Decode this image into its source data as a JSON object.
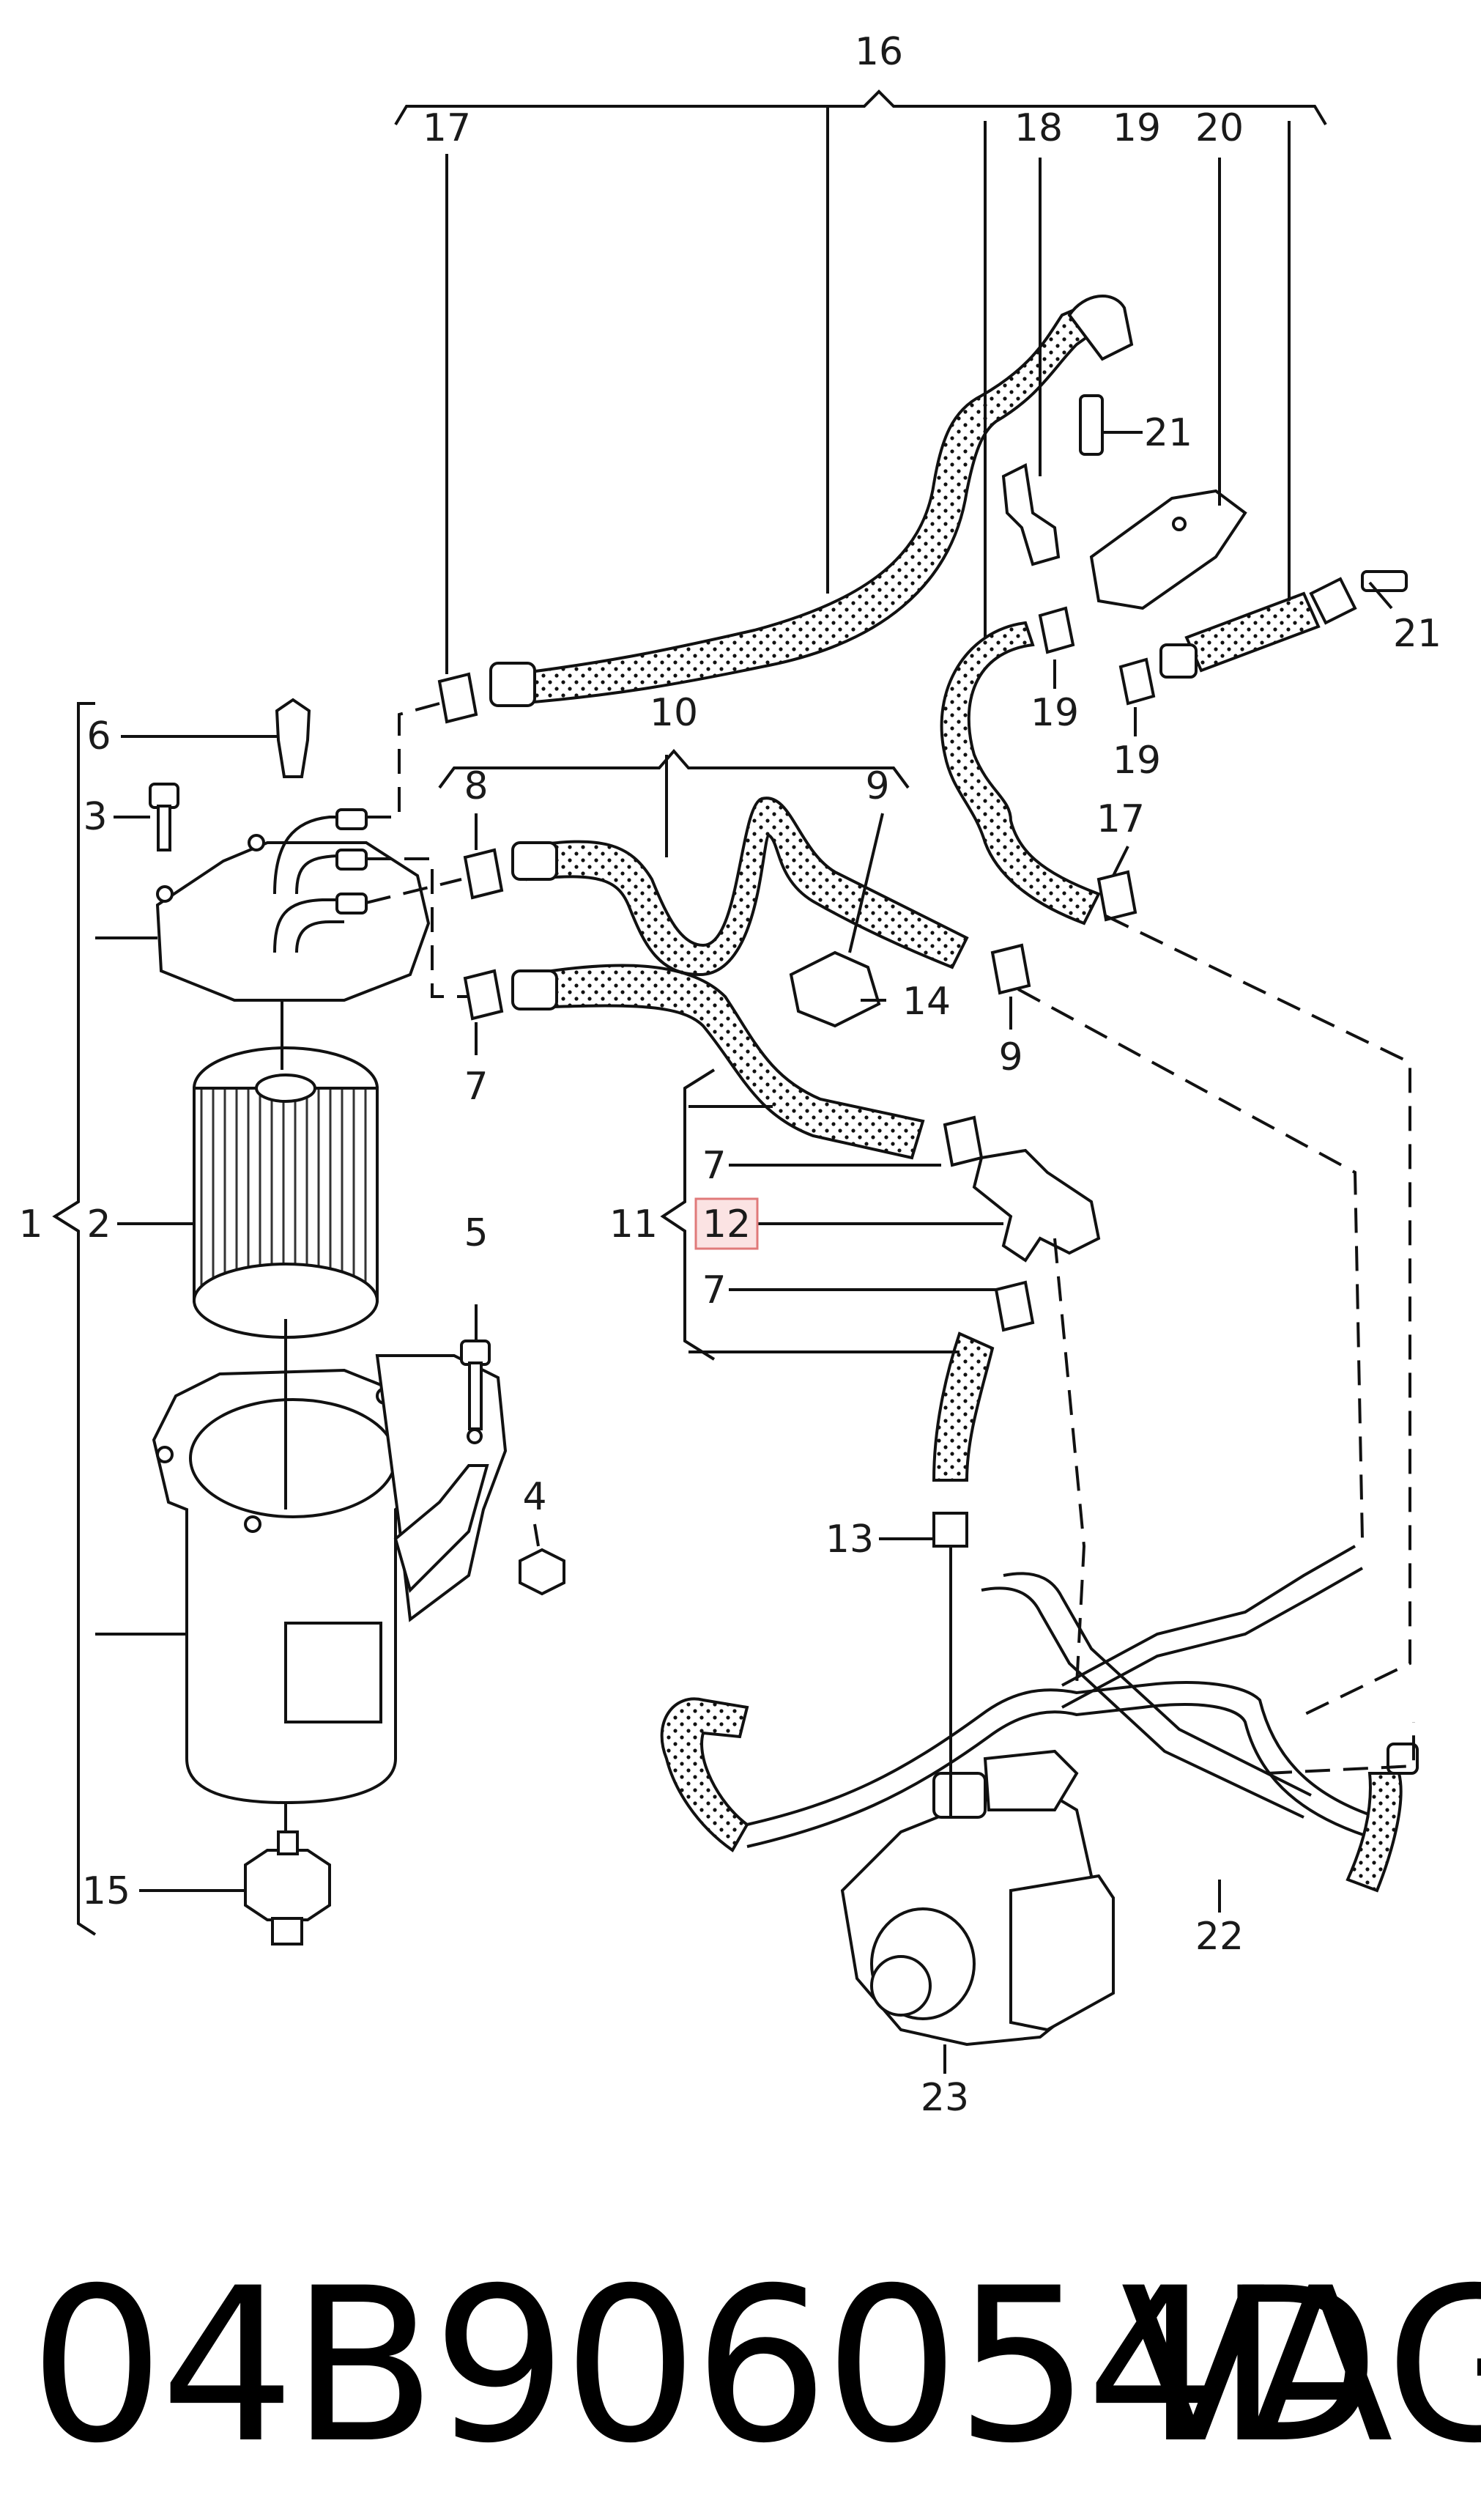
{
  "callouts": [
    {
      "id": "1",
      "text": "1"
    },
    {
      "id": "2",
      "text": "2"
    },
    {
      "id": "3",
      "text": "3"
    },
    {
      "id": "4",
      "text": "4"
    },
    {
      "id": "5",
      "text": "5"
    },
    {
      "id": "6",
      "text": "6"
    },
    {
      "id": "7a",
      "text": "7"
    },
    {
      "id": "7b",
      "text": "7"
    },
    {
      "id": "7c",
      "text": "7"
    },
    {
      "id": "8",
      "text": "8"
    },
    {
      "id": "9a",
      "text": "9"
    },
    {
      "id": "9b",
      "text": "9"
    },
    {
      "id": "10",
      "text": "10"
    },
    {
      "id": "11",
      "text": "11"
    },
    {
      "id": "12",
      "text": "12"
    },
    {
      "id": "13",
      "text": "13"
    },
    {
      "id": "14",
      "text": "14"
    },
    {
      "id": "15",
      "text": "15"
    },
    {
      "id": "16",
      "text": "16"
    },
    {
      "id": "17a",
      "text": "17"
    },
    {
      "id": "17b",
      "text": "17"
    },
    {
      "id": "18",
      "text": "18"
    },
    {
      "id": "19a",
      "text": "19"
    },
    {
      "id": "19b",
      "text": "19"
    },
    {
      "id": "19c",
      "text": "19"
    },
    {
      "id": "20",
      "text": "20"
    },
    {
      "id": "21a",
      "text": "21"
    },
    {
      "id": "21b",
      "text": "21"
    },
    {
      "id": "22",
      "text": "22"
    },
    {
      "id": "23",
      "text": "23"
    }
  ],
  "highlighted_callout": "12",
  "highlight_color": "#fbe3e3",
  "footer": {
    "part_number": "04B906054D",
    "brand": "VAG"
  }
}
